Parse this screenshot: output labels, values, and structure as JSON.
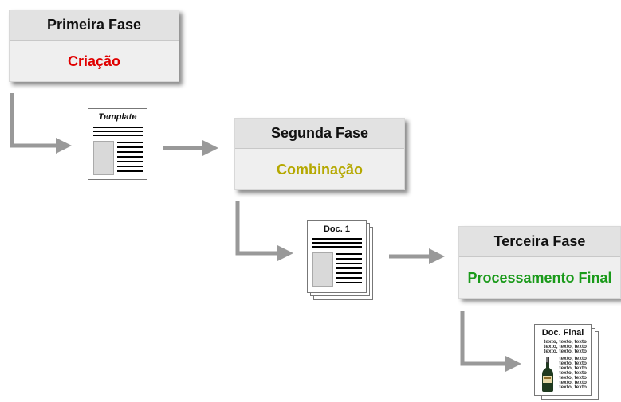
{
  "phases": [
    {
      "title": "Primeira Fase",
      "subtitle": "Criação",
      "color": "#e00000"
    },
    {
      "title": "Segunda Fase",
      "subtitle": "Combinação",
      "color": "#b5a800"
    },
    {
      "title": "Terceira Fase",
      "subtitle": "Processamento Final",
      "color": "#1a9a1a"
    }
  ],
  "docs": {
    "template": "Template",
    "doc1": "Doc. 1",
    "final": "Doc. Final",
    "final_text": "texto, texto, texto",
    "final_side_text": "texto, texto"
  },
  "colors": {
    "arrow": "#999999"
  }
}
